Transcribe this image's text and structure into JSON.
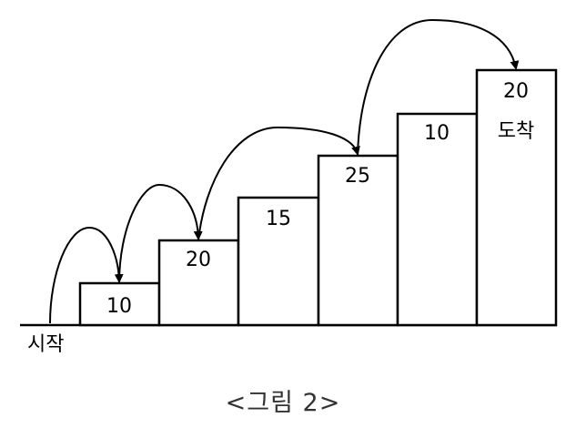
{
  "diagram": {
    "start_label": "시작",
    "finish_label": "도착",
    "steps": [
      {
        "value": "10"
      },
      {
        "value": "20"
      },
      {
        "value": "15"
      },
      {
        "value": "25"
      },
      {
        "value": "10"
      },
      {
        "value": "20"
      }
    ]
  },
  "caption": "<그림 2>"
}
